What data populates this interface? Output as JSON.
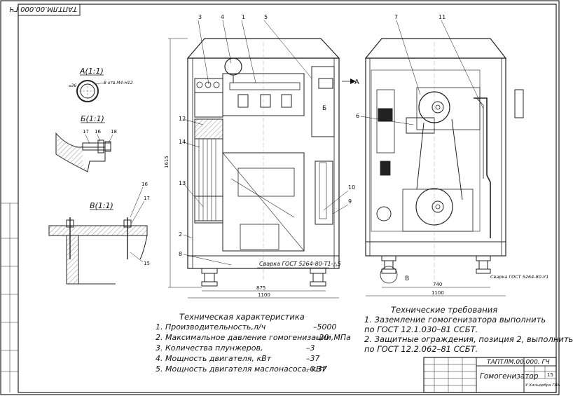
{
  "drawing_code_top": "ТАПТЛМ.00.000 ГЧ",
  "section_labels": {
    "a": "А(1:1)",
    "b": "Б(1:1)",
    "v": "В(1:1)"
  },
  "section_a_notes": {
    "dia": "⌀36",
    "holes": "8 отв.М4-Н12"
  },
  "callouts_front": [
    "3",
    "4",
    "1",
    "5",
    "12",
    "14",
    "13",
    "2",
    "8",
    "Б"
  ],
  "callouts_side": [
    "7",
    "11",
    "6",
    "10",
    "9",
    "В"
  ],
  "callouts_detail": [
    "17",
    "16",
    "18",
    "16",
    "17",
    "15"
  ],
  "arrow_label_a": "А",
  "dimensions": {
    "height": "1615",
    "width_front_inner": "875",
    "width_front_outer": "1100",
    "width_side_inner": "740",
    "width_side_outer": "1100"
  },
  "weld_notes": {
    "front": "Сварка ГОСТ 5264-80-Т1-△5",
    "side": "Сварка ГОСТ 5264-80-У1"
  },
  "specs": {
    "title": "Техническая характеристика",
    "items": [
      {
        "label": "1. Производительность,л/ч",
        "value": "–5000"
      },
      {
        "label": "2. Максимальное давление гомогенизации,МПа",
        "value": "–20"
      },
      {
        "label": "3. Количества плунжеров,",
        "value": "–3"
      },
      {
        "label": "4. Мощность двигателя, кВт",
        "value": "–37"
      },
      {
        "label": "5. Мощность двигателя маслонасоса, кВт",
        "value": "–0.37"
      }
    ]
  },
  "requirements": {
    "title": "Технические требования",
    "lines": [
      "1. Заземление гомогенизатора выполнить",
      "по ГОСТ 12.1.030–81 ССБТ.",
      "2. Защитные ограждения, позиция 2, выполнить",
      "по ГОСТ 12.2.062–81 ССБТ."
    ]
  },
  "title_block": {
    "code": "ТАПТЛМ.00.000. ГЧ",
    "name": "Гомогенизатор",
    "sheet_num": "15",
    "org": "У Хильдебра ГИА"
  }
}
